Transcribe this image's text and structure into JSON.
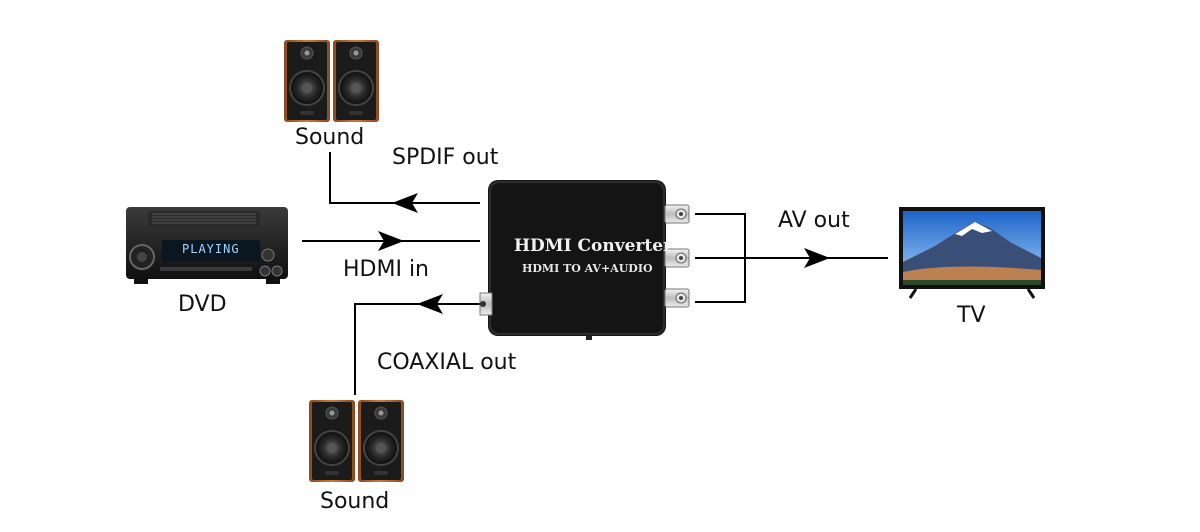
{
  "converter": {
    "title": "HDMI Converter",
    "subtitle": "HDMI TO AV+AUDIO"
  },
  "devices": {
    "dvd": {
      "label": "DVD",
      "display_text": "PLAYING"
    },
    "tv": {
      "label": "TV"
    },
    "sound_top": {
      "label": "Sound"
    },
    "sound_bottom": {
      "label": "Sound"
    }
  },
  "connections": {
    "spdif": "SPDIF out",
    "hdmi_in": "HDMI in",
    "coaxial": "COAXIAL out",
    "av_out": "AV out"
  },
  "colors": {
    "line": "#000000",
    "converter_body": "#141414",
    "speaker_wood": "#b5652b",
    "rca_chrome": "#d9d9d9"
  }
}
